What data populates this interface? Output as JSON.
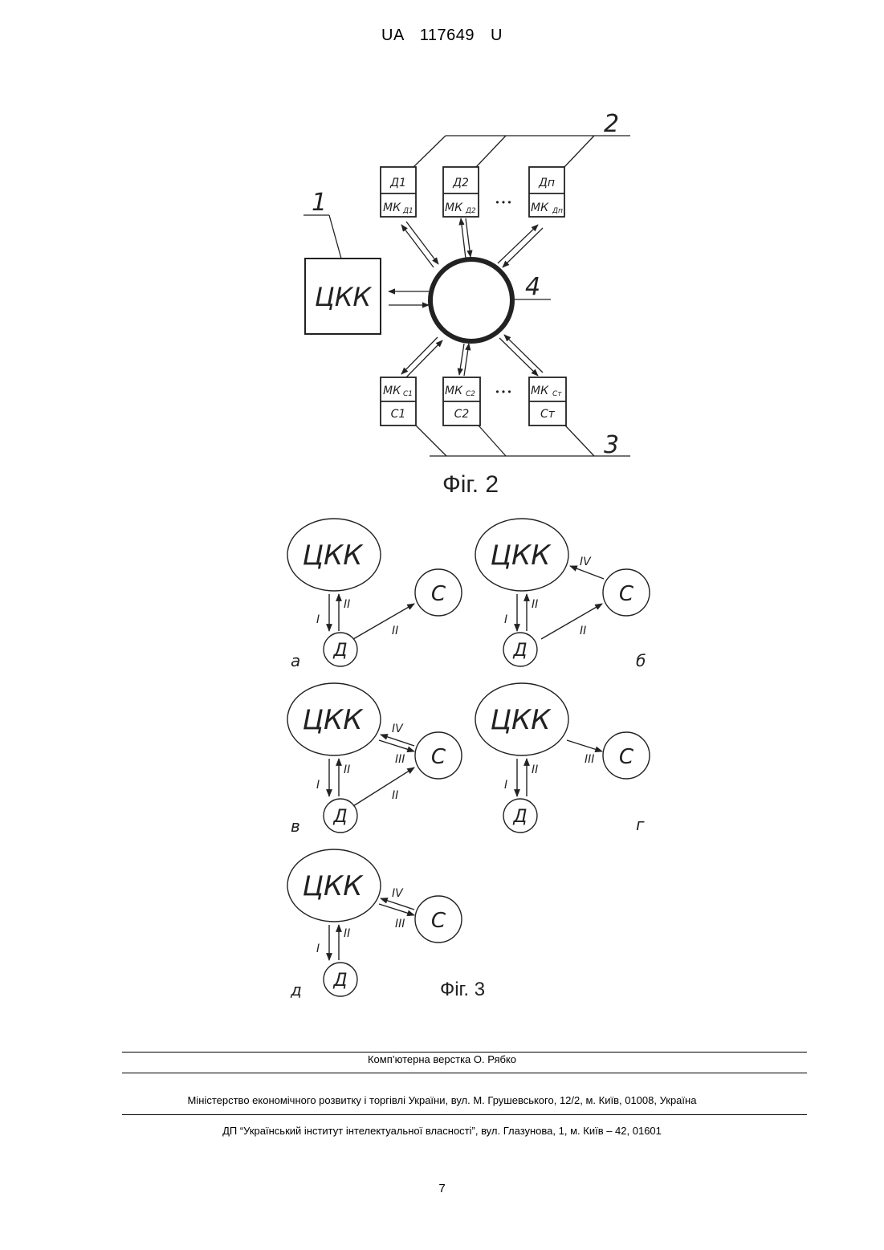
{
  "header": {
    "doc_id": "UA   117649   U"
  },
  "fig2": {
    "caption": "Фіг. 2",
    "ckk": "ЦКК",
    "ref_1": "1",
    "ref_2": "2",
    "ref_3": "3",
    "ref_4": "4",
    "d_blocks": [
      {
        "top": "Д1",
        "mk": "МК",
        "sub": "Д1"
      },
      {
        "top": "Д2",
        "mk": "МК",
        "sub": "Д2"
      },
      {
        "top": "Дп",
        "mk": "МК",
        "sub": "Дп"
      }
    ],
    "c_blocks": [
      {
        "mk": "МК",
        "sub": "С1",
        "bottom": "С1"
      },
      {
        "mk": "МК",
        "sub": "С2",
        "bottom": "С2"
      },
      {
        "mk": "МК",
        "sub": "Ст",
        "bottom": "Ст"
      }
    ],
    "dots": "• • •"
  },
  "fig3": {
    "caption": "Фіг. 3",
    "ckk": "ЦКК",
    "d": "Д",
    "c": "С",
    "roman": {
      "i": "I",
      "ii": "II",
      "iii": "III",
      "iv": "IV"
    },
    "panels": [
      "а",
      "б",
      "в",
      "г",
      "д"
    ]
  },
  "footer": {
    "layout_credit": "Комп’ютерна верстка О. Рябко",
    "ministry": "Міністерство економічного розвитку і торгівлі України, вул. М. Грушевського, 12/2, м. Київ, 01008, Україна",
    "institute": "ДП “Український інститут інтелектуальної власності”, вул. Глазунова, 1, м. Київ – 42, 01601",
    "page_number": "7"
  }
}
